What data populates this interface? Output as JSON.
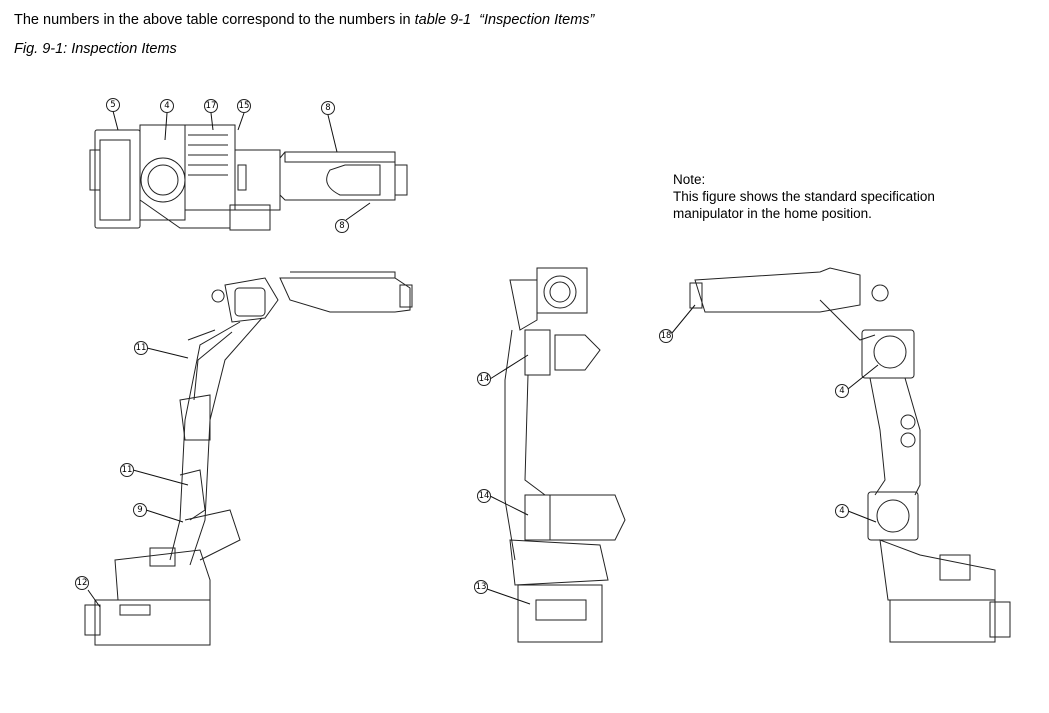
{
  "intro": {
    "before": "The numbers in the above table correspond to the numbers in ",
    "ref": "table 9-1",
    "quote": "“Inspection Items”"
  },
  "caption": "Fig. 9-1: Inspection Items",
  "note": {
    "heading": "Note:",
    "line1": "This figure shows the standard specification",
    "line2": "manipulator in the home position."
  },
  "callouts": {
    "c5": "5",
    "c4a": "4",
    "c17": "17",
    "c15": "15",
    "c8a": "8",
    "c8b": "8",
    "c11a": "11",
    "c11b": "11",
    "c9": "9",
    "c12": "12",
    "c14a": "14",
    "c14b": "14",
    "c13": "13",
    "c18": "18",
    "c4b": "4",
    "c4c": "4"
  }
}
